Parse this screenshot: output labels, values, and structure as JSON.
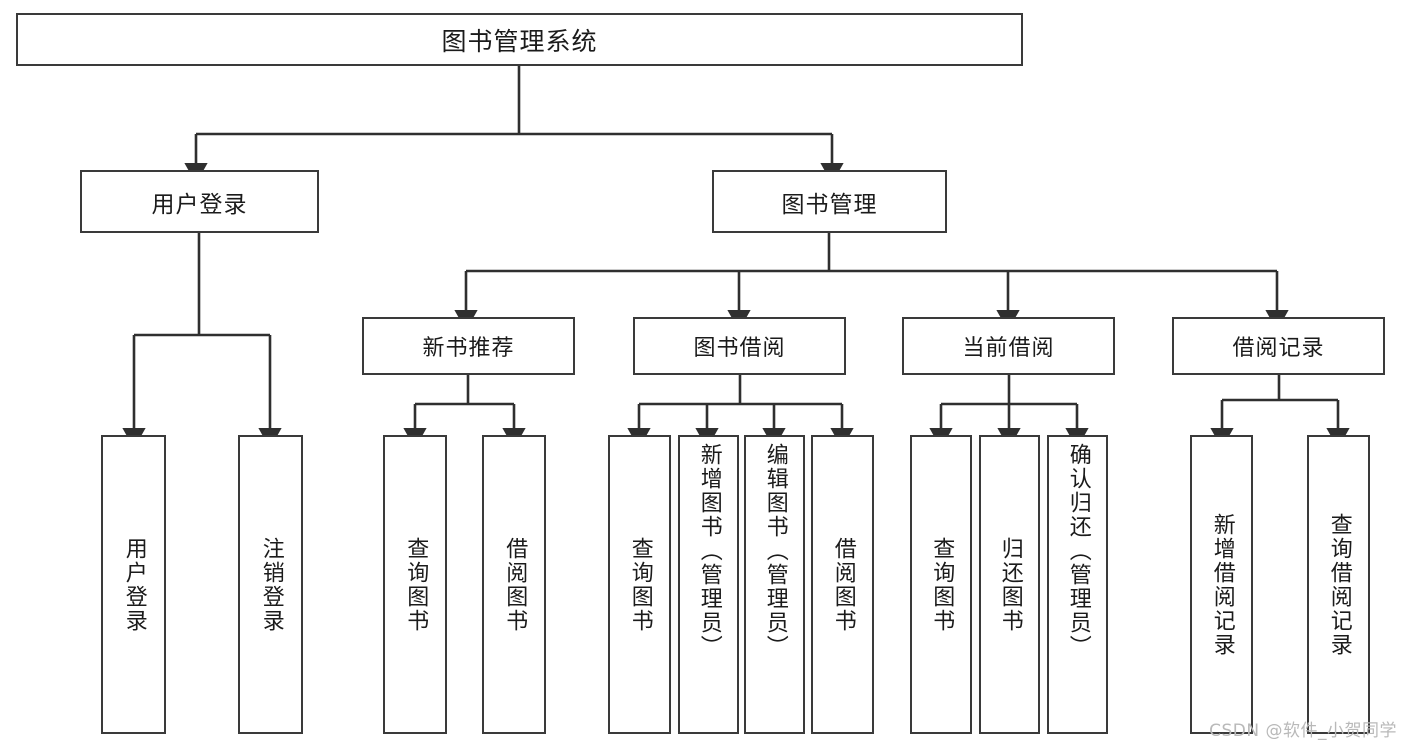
{
  "diagram": {
    "title": "图书管理系统",
    "type": "tree",
    "watermark": "CSDN @软件_小贺同学",
    "colors": {
      "border": "#3a3a3a",
      "fill": "#ffffff",
      "text": "#1b1b1b",
      "connector": "#2f2f2f",
      "watermark": "#b9b9b9"
    },
    "root": {
      "label": "图书管理系统"
    },
    "level1": [
      {
        "label": "用户登录"
      },
      {
        "label": "图书管理"
      }
    ],
    "level2": [
      {
        "label": "新书推荐"
      },
      {
        "label": "图书借阅"
      },
      {
        "label": "当前借阅"
      },
      {
        "label": "借阅记录"
      }
    ],
    "leaves": {
      "user_login": [
        {
          "label": "用户登录"
        },
        {
          "label": "注销登录"
        }
      ],
      "new_book_rec": [
        {
          "label": "查询图书"
        },
        {
          "label": "借阅图书"
        }
      ],
      "book_borrow": [
        {
          "label": "查询图书"
        },
        {
          "label": "新增图书（管理员）"
        },
        {
          "label": "编辑图书（管理员）"
        },
        {
          "label": "借阅图书"
        }
      ],
      "current_borrow": [
        {
          "label": "查询图书"
        },
        {
          "label": "归还图书"
        },
        {
          "label": "确认归还（管理员）"
        }
      ],
      "borrow_record": [
        {
          "label": "新增借阅记录"
        },
        {
          "label": "查询借阅记录"
        }
      ]
    }
  }
}
